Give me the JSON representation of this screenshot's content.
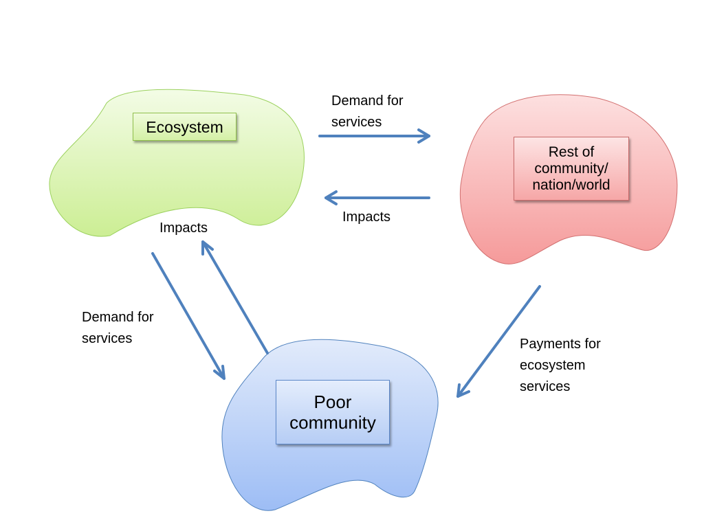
{
  "nodes": {
    "ecosystem": {
      "label": "Ecosystem",
      "color": "#d9f3b0"
    },
    "rest": {
      "label": "Rest of\ncommunity/\nnation/world",
      "color": "#f7a6a6"
    },
    "poor": {
      "label": "Poor\ncommunity",
      "color": "#a9c6f7"
    }
  },
  "edges": {
    "eco_to_rest_demand": "Demand for\nservices",
    "rest_to_eco_impacts": "Impacts",
    "poor_to_eco_impacts": "Impacts",
    "eco_to_poor_demand": "Demand for\nservices",
    "rest_to_poor_payments": "Payments for\necosystem\nservices"
  },
  "colors": {
    "arrow": "#4f81bd",
    "ecosystem_blob_top": "#f3fce6",
    "ecosystem_blob_bottom": "#ccee94",
    "ecosystem_blob_edge": "#9bd15d",
    "rest_blob_top": "#fde0e0",
    "rest_blob_bottom": "#f59a9a",
    "rest_blob_edge": "#d26f6f",
    "poor_blob_top": "#e2ebfb",
    "poor_blob_bottom": "#9dbdf5",
    "poor_blob_edge": "#4f81bd"
  }
}
